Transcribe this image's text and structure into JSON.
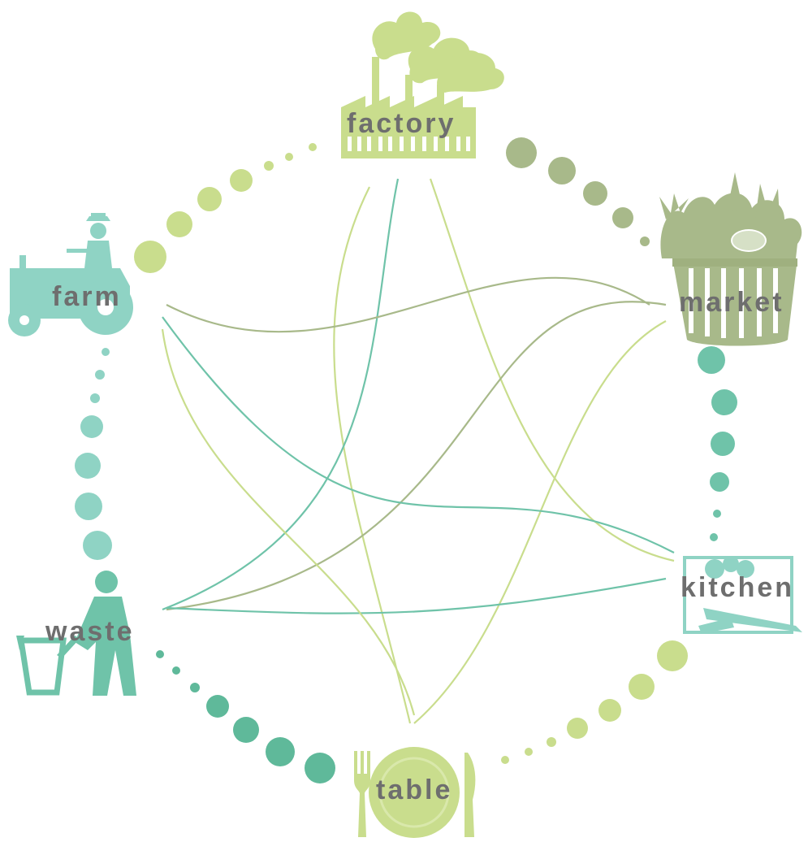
{
  "diagram": {
    "nodes": [
      {
        "id": "factory",
        "label": "factory",
        "icon": "factory-icon"
      },
      {
        "id": "market",
        "label": "market",
        "icon": "market-basket-icon"
      },
      {
        "id": "kitchen",
        "label": "kitchen",
        "icon": "kitchen-icon"
      },
      {
        "id": "table",
        "label": "table",
        "icon": "plate-cutlery-icon"
      },
      {
        "id": "waste",
        "label": "waste",
        "icon": "waste-worker-icon"
      },
      {
        "id": "farm",
        "label": "farm",
        "icon": "tractor-icon"
      }
    ],
    "colors": {
      "label": "#6e6e6e",
      "light_green": "#c9dd8d",
      "olive_green": "#a8b98a",
      "teal": "#6fc3a9",
      "mint": "#8fd3c4",
      "teal_dark": "#5fb99a",
      "olive_dark": "#9fb07f"
    }
  }
}
